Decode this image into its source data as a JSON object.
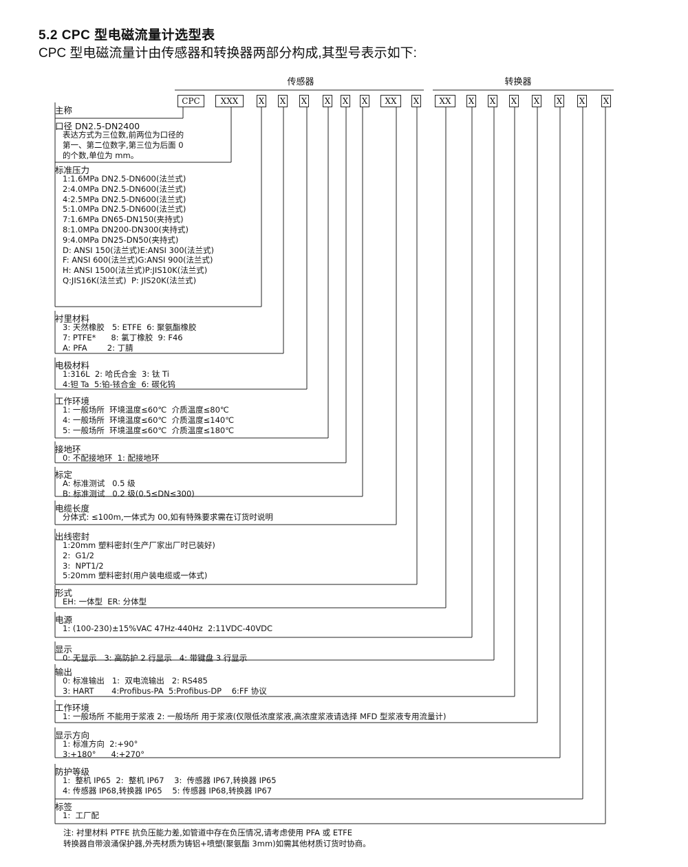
{
  "title": "5.2 CPC 型电磁流量计选型表",
  "subtitle": "CPC 型电磁流量计由传感器和转换器两部分构成,其型号表示如下:",
  "groups": {
    "sensor": "传感器",
    "converter": "转换器"
  },
  "codes": [
    "CPC",
    "XXX",
    "X",
    "X",
    "X",
    "X",
    "X",
    "X",
    "XX",
    "X",
    "XX",
    "X",
    "X",
    "X",
    "X",
    "X",
    "X",
    "X"
  ],
  "sections": [
    {
      "title": "主称",
      "lines": []
    },
    {
      "title": "口径  DN2.5-DN2400",
      "lines": [
        "表达方式为三位数,前两位为口径的",
        "第一、第二位数字,第三位为后面 0",
        "的个数,单位为 mm。"
      ]
    },
    {
      "title": "标准压力",
      "lines": [
        "1:1.6MPa DN2.5-DN600(法兰式)",
        "2:4.0MPa DN2.5-DN600(法兰式)",
        "4:2.5MPa DN2.5-DN600(法兰式)",
        "5:1.0MPa DN2.5-DN600(法兰式)",
        "7:1.6MPa DN65-DN150(夹持式)",
        "8:1.0MPa DN200-DN300(夹持式)",
        "9:4.0MPa DN25-DN50(夹持式)",
        "D: ANSI 150(法兰式)E:ANSI 300(法兰式)",
        "F: ANSI 600(法兰式)G:ANSI 900(法兰式)",
        "H: ANSI 1500(法兰式)P:JIS10K(法兰式)",
        "Q:JIS16K(法兰式)  P: JIS20K(法兰式)"
      ]
    },
    {
      "title": "衬里材料",
      "lines": [
        "3: 天然橡胶   5: ETFE  6: 聚氨酯橡胶",
        "7: PTFE*      8: 氯丁橡胶  9: F46",
        "A: PFA        2: 丁腈"
      ]
    },
    {
      "title": "电极材料",
      "lines": [
        "1:316L  2: 哈氏合金  3: 钛 Ti",
        "4:钽 Ta  5:铂-铱合金  6: 碳化钨"
      ]
    },
    {
      "title": "工作环境",
      "lines": [
        "1: 一般场所  环境温度≤60℃  介质温度≤80℃",
        "4: 一般场所  环境温度≤60℃  介质温度≤140℃",
        "5: 一般场所  环境温度≤60℃  介质温度≤180℃"
      ]
    },
    {
      "title": "接地环",
      "lines": [
        "0: 不配接地环  1: 配接地环"
      ]
    },
    {
      "title": "标定",
      "lines": [
        "A: 标准测试   0.5 级",
        "B: 标准测试   0.2 级(0.5≤DN≤300)"
      ]
    },
    {
      "title": "电缆长度",
      "lines": [
        "分体式: ≤100m,一体式为 00,如有特殊要求需在订货时说明"
      ]
    },
    {
      "title": "出线密封",
      "lines": [
        "1:20mm 塑料密封(生产厂家出厂时已装好)",
        "2:  G1/2",
        "3:  NPT1/2",
        "5:20mm 塑料密封(用户装电缆或一体式)"
      ]
    },
    {
      "title": "形式",
      "lines": [
        "EH: 一体型  ER: 分体型"
      ]
    },
    {
      "title": "电源",
      "lines": [
        "1: (100-230)±15%VAC 47Hz-440Hz  2:11VDC-40VDC"
      ]
    },
    {
      "title": "显示",
      "lines": [
        "0: 无显示   3: 高防护 2 行显示   4: 带键盘 3 行显示"
      ]
    },
    {
      "title": "输出",
      "lines": [
        "0: 标准输出   1:  双电流输出   2: RS485",
        "3: HART       4:Profibus-PA  5:Profibus-DP    6:FF 协议"
      ]
    },
    {
      "title": "工作环境",
      "lines": [
        "1: 一般场所 不能用于浆液 2: 一般场所 用于浆液(仅限低浓度浆液,高浓度浆液请选择 MFD 型浆液专用流量计)"
      ]
    },
    {
      "title": "显示方向",
      "lines": [
        "1: 标准方向  2:+90°",
        "3:+180°      4:+270°"
      ]
    },
    {
      "title": "防护等级",
      "lines": [
        "1:  整机 IP65  2:  整机 IP67    3:  传感器 IP67,转换器 IP65",
        "4: 传感器 IP68,转换器 IP65    5: 传感器 IP68,转换器 IP67"
      ]
    },
    {
      "title": "标签",
      "lines": [
        "1:  工厂配"
      ]
    }
  ],
  "notes": [
    "注: 衬里材料 PTFE 抗负压能力差,如管道中存在负压情况,请考虑使用 PFA 或 ETFE",
    "转换器自带浪涌保护器,外壳材质为铸铝+喷塑(聚氨酯 3mm)如需其他材质订货时协商。"
  ]
}
